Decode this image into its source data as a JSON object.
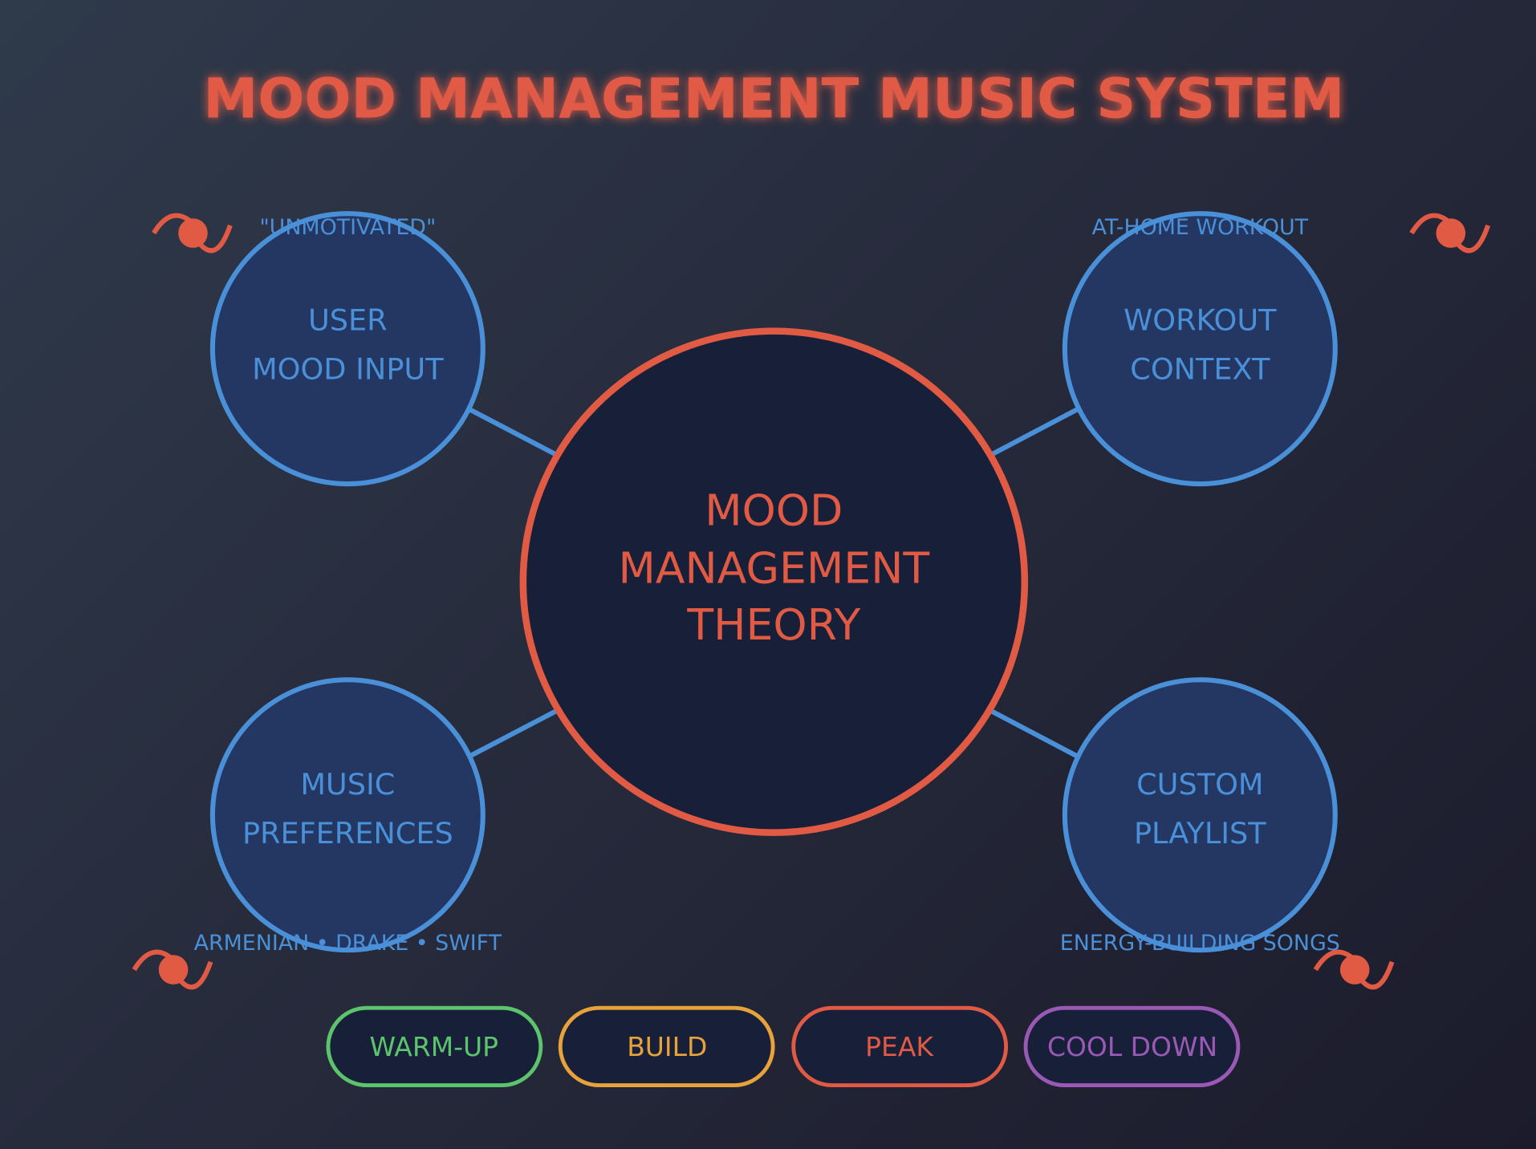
{
  "title": "MOOD MANAGEMENT MUSIC SYSTEM",
  "colors": {
    "accent": "#e05a44",
    "node": "#4a90d9",
    "node_fill": "#243762",
    "center_fill": "#182039",
    "warmup": "#5cc46c",
    "build": "#e8a23a",
    "peak": "#e05a44",
    "cooldown": "#9b59b6"
  },
  "center": {
    "lines": [
      "MOOD",
      "MANAGEMENT",
      "THEORY"
    ]
  },
  "nodes": {
    "user_mood": {
      "lines": [
        "USER",
        "MOOD INPUT"
      ],
      "caption": "\"UNMOTIVATED\""
    },
    "workout": {
      "lines": [
        "WORKOUT",
        "CONTEXT"
      ],
      "caption": "AT-HOME WORKOUT"
    },
    "music_prefs": {
      "lines": [
        "MUSIC",
        "PREFERENCES"
      ],
      "caption": "ARMENIAN • DRAKE • SWIFT"
    },
    "playlist": {
      "lines": [
        "CUSTOM",
        "PLAYLIST"
      ],
      "caption": "ENERGY-BUILDING SONGS"
    }
  },
  "phases": [
    "WARM-UP",
    "BUILD",
    "PEAK",
    "COOL DOWN"
  ]
}
